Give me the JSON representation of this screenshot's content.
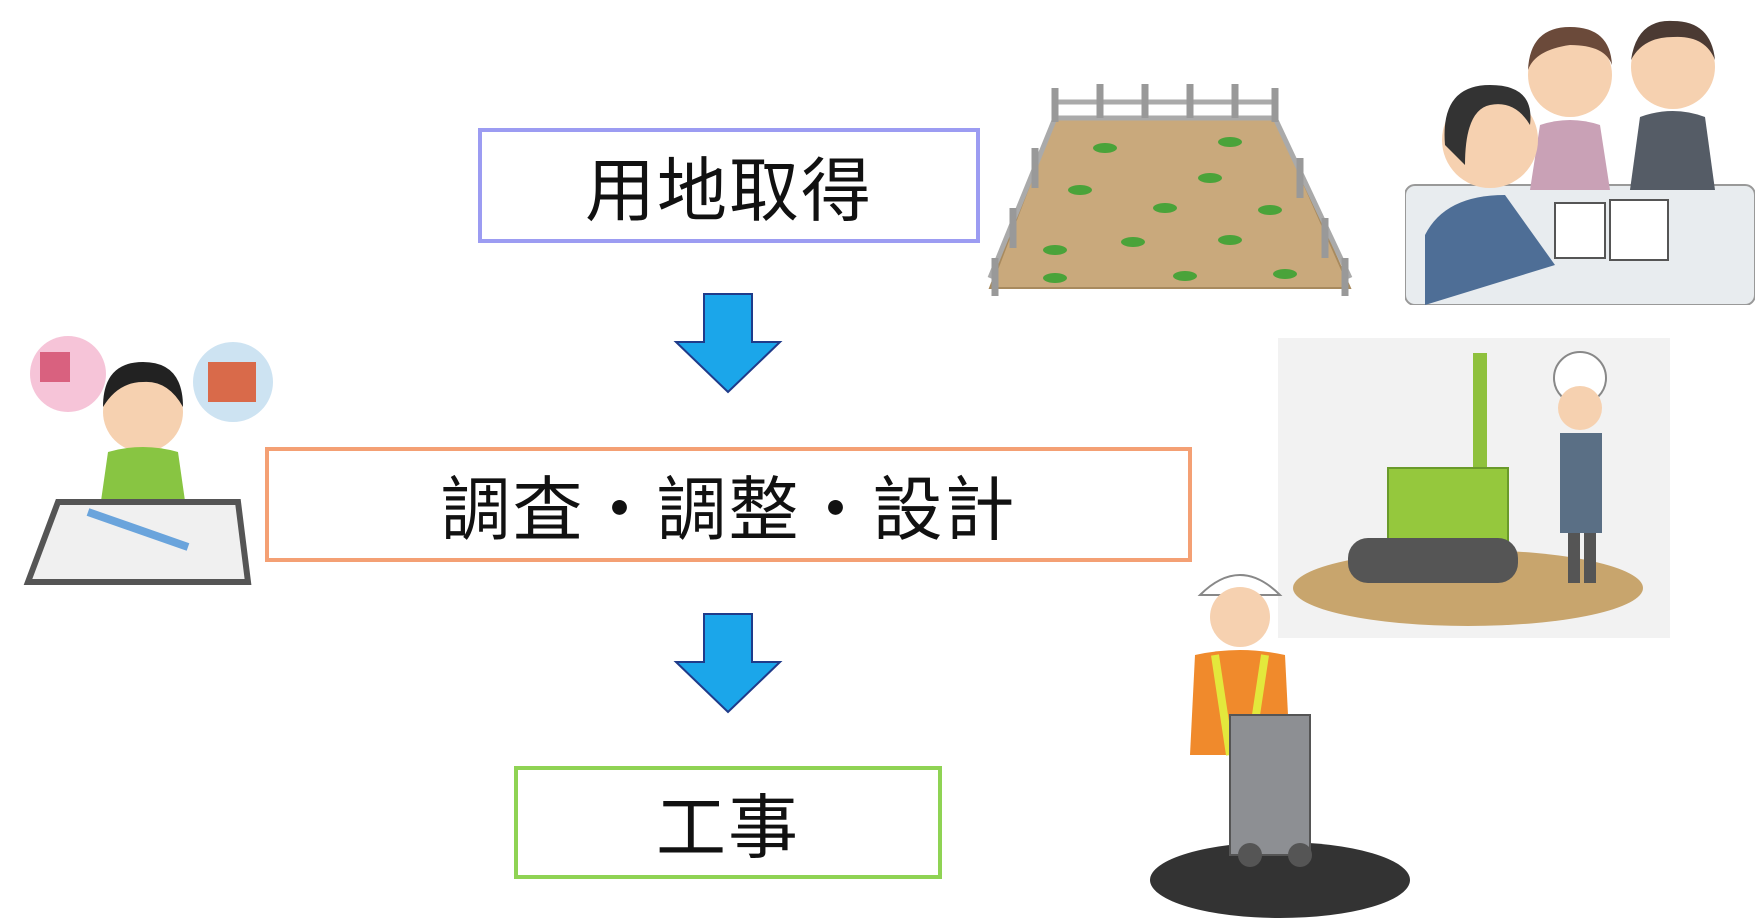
{
  "steps": [
    {
      "label": "用地取得",
      "border_color": "#9c9cf2"
    },
    {
      "label": "調査・調整・設計",
      "border_color": "#f4a074"
    },
    {
      "label": "工事",
      "border_color": "#8fd354"
    }
  ],
  "arrow_color": "#1ba6ea",
  "illustrations": [
    "fenced-land-icon",
    "consultation-icon",
    "designer-planning-icon",
    "boring-survey-icon",
    "road-paving-worker-icon"
  ]
}
